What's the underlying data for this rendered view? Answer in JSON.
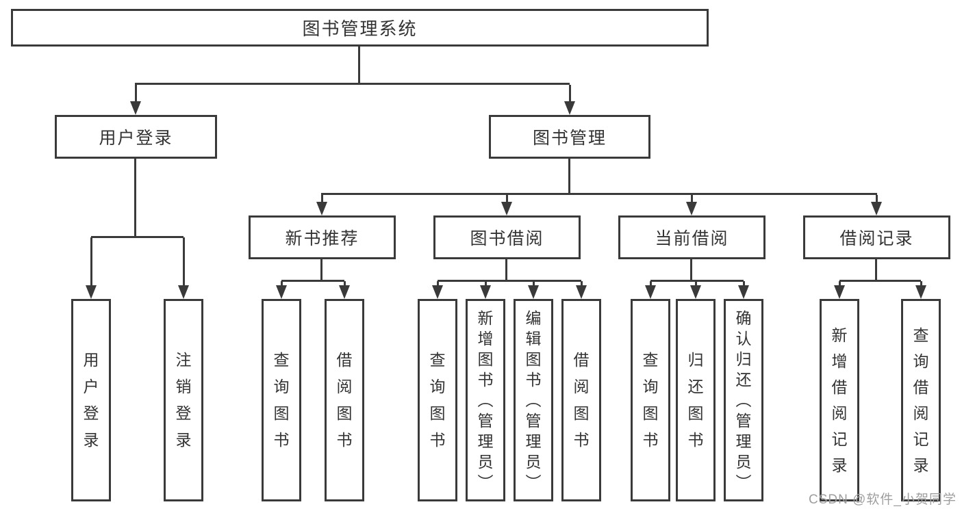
{
  "tree": {
    "root": {
      "label": "图书管理系统"
    },
    "branches": [
      {
        "label": "用户登录",
        "leaves": [
          "用户登录",
          "注销登录"
        ]
      },
      {
        "label": "图书管理",
        "groups": [
          {
            "label": "新书推荐",
            "leaves": [
              "查询图书",
              "借阅图书"
            ]
          },
          {
            "label": "图书借阅",
            "leaves": [
              "查询图书",
              "新增图书（管理员）",
              "编辑图书（管理员）",
              "借阅图书"
            ]
          },
          {
            "label": "当前借阅",
            "leaves": [
              "查询图书",
              "归还图书",
              "确认归还（管理员）"
            ]
          },
          {
            "label": "借阅记录",
            "leaves": [
              "新增借阅记录",
              "查询借阅记录"
            ]
          }
        ]
      }
    ]
  },
  "watermark": {
    "text": "CSDN @软件_小贺同学"
  },
  "colors": {
    "line": "#3a3a3a",
    "text": "#333333",
    "background": "#ffffff",
    "watermark": "#9e9e9e"
  }
}
